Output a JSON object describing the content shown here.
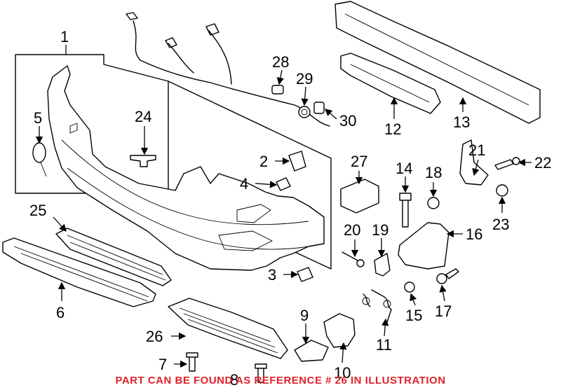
{
  "callouts": {
    "c1": "1",
    "c2": "2",
    "c3": "3",
    "c4": "4",
    "c5": "5",
    "c6": "6",
    "c7": "7",
    "c8": "8",
    "c9": "9",
    "c10": "10",
    "c11": "11",
    "c12": "12",
    "c13": "13",
    "c14": "14",
    "c15": "15",
    "c16": "16",
    "c17": "17",
    "c18": "18",
    "c19": "19",
    "c20": "20",
    "c21": "21",
    "c22": "22",
    "c23": "23",
    "c24": "24",
    "c25": "25",
    "c26": "26",
    "c27": "27",
    "c28": "28",
    "c29": "29",
    "c30": "30"
  },
  "note": {
    "text": "PART CAN BE FOUND AS REFERENCE # 26 IN ILLUSTRATION",
    "color": "#e0222a"
  },
  "line_color": "#000000"
}
